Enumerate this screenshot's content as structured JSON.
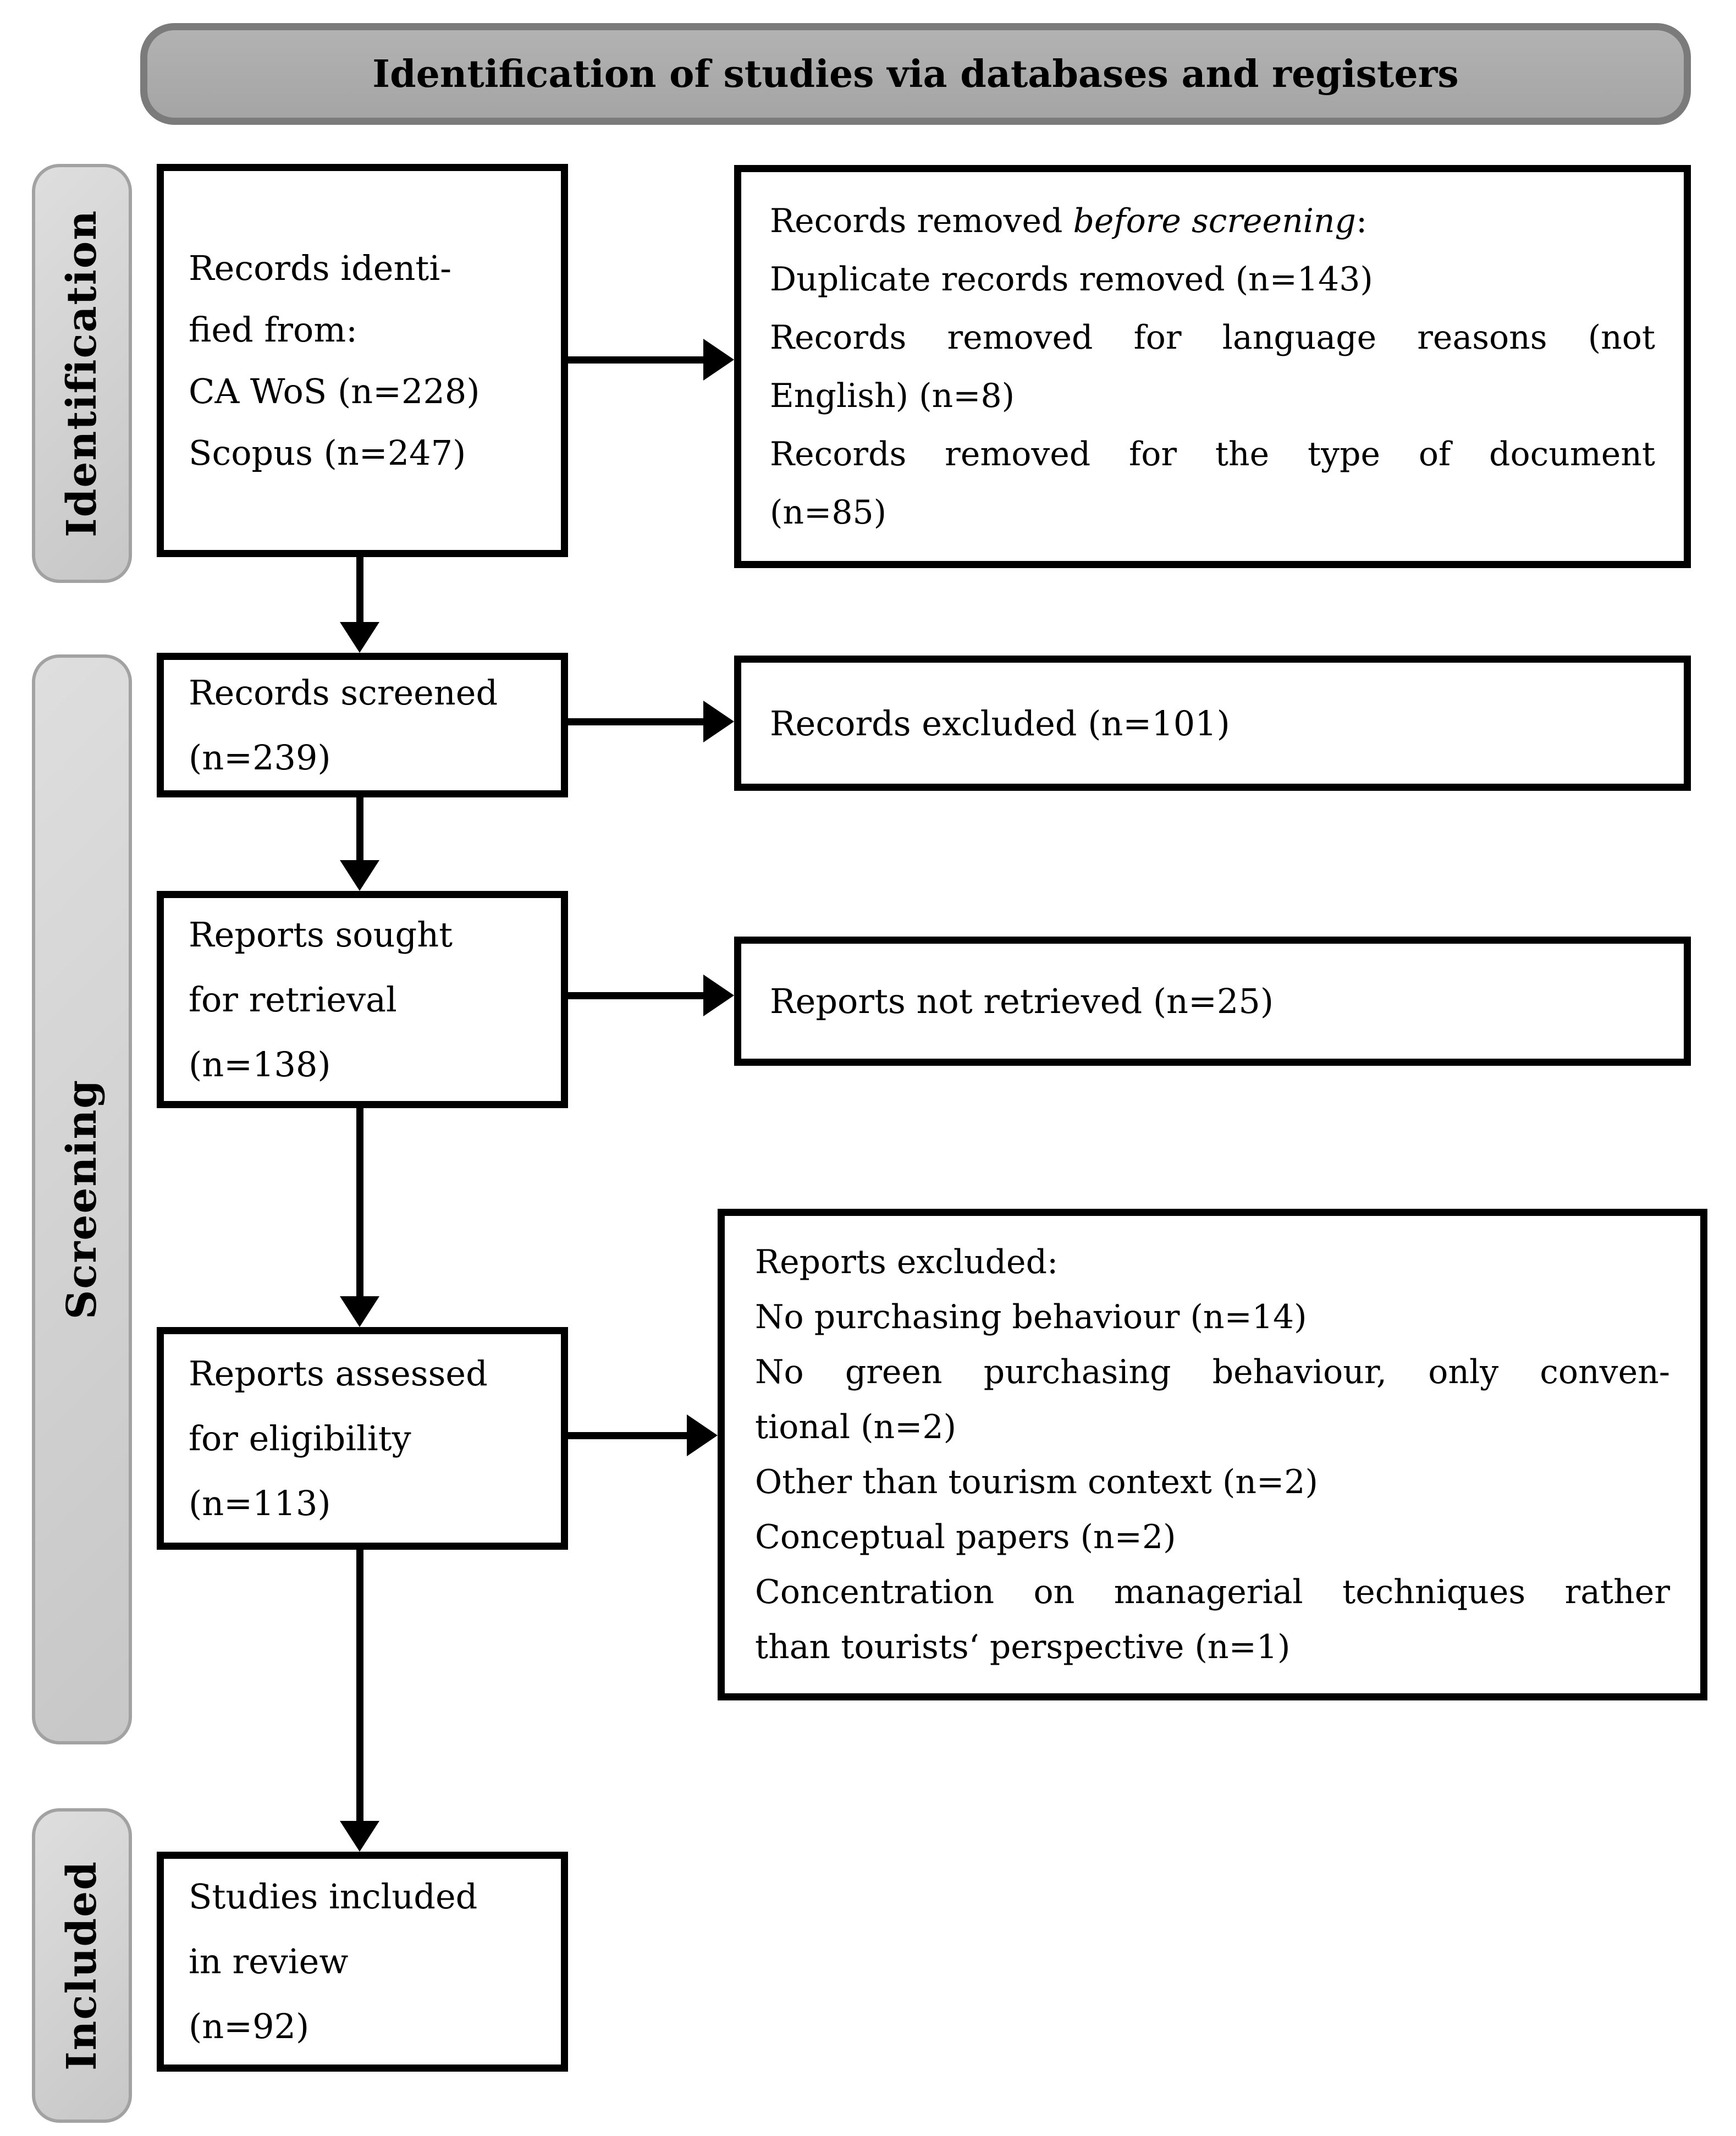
{
  "header": {
    "title": "Identification of studies via databases and registers"
  },
  "stages": {
    "identification": "Identification",
    "screening": "Screening",
    "included": "Included"
  },
  "colors": {
    "box_border": "#000000",
    "header_fill": "#a8a8a8",
    "header_border": "#7b7b7b",
    "stage_fill": "#d2d2d2",
    "stage_border": "#a2a2a2"
  },
  "boxes": {
    "records_identified": {
      "lines": [
        "Records identi-",
        "fied from:",
        "CA WoS (n=228)",
        "Scopus (n=247)"
      ]
    },
    "records_removed": {
      "line1_prefix": "Records removed ",
      "line1_italic": "before screening",
      "line1_suffix": ":",
      "line2": "Duplicate records removed (n=143)",
      "line3": "Records removed for language reasons (not",
      "line4": "English) (n=8)",
      "line5": "Records removed for the type of document",
      "line6": "(n=85)"
    },
    "records_screened": {
      "lines": [
        "Records screened",
        "(n=239)"
      ]
    },
    "records_excluded": {
      "text": "Records excluded (n=101)"
    },
    "reports_sought": {
      "lines": [
        "Reports sought",
        "for retrieval",
        "(n=138)"
      ]
    },
    "reports_not_retrieved": {
      "text": "Reports not retrieved (n=25)"
    },
    "reports_assessed": {
      "lines": [
        "Reports assessed",
        "for eligibility",
        "(n=113)"
      ]
    },
    "reports_excluded": {
      "lines": [
        "Reports excluded:",
        "No purchasing behaviour (n=14)",
        "No green purchasing behaviour, only conven-",
        "tional (n=2)",
        "Other than tourism context (n=2)",
        "Conceptual papers (n=2)",
        "Concentration on managerial techniques rather",
        "than tourists‘ perspective (n=1)"
      ]
    },
    "studies_included": {
      "lines": [
        "Studies included",
        "in review",
        "(n=92)"
      ]
    }
  }
}
